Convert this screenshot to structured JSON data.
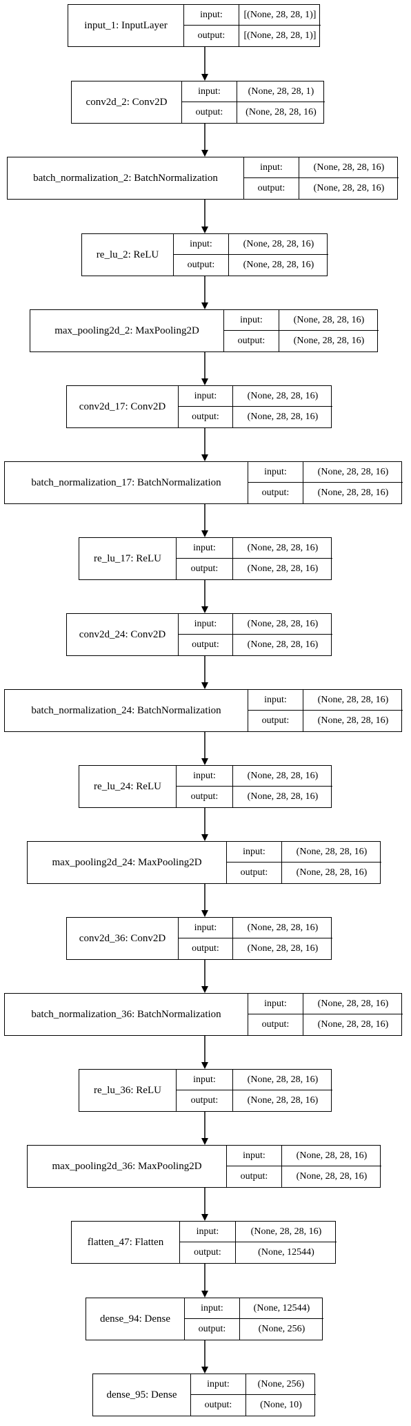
{
  "nodes": [
    {
      "name": "input_1: InputLayer",
      "input_label": "input:",
      "output_label": "output:",
      "input": "[(None, 28, 28, 1)]",
      "output": "[(None, 28, 28, 1)]"
    },
    {
      "name": "conv2d_2: Conv2D",
      "input_label": "input:",
      "output_label": "output:",
      "input": "(None, 28, 28, 1)",
      "output": "(None, 28, 28, 16)"
    },
    {
      "name": "batch_normalization_2: BatchNormalization",
      "input_label": "input:",
      "output_label": "output:",
      "input": "(None, 28, 28, 16)",
      "output": "(None, 28, 28, 16)"
    },
    {
      "name": "re_lu_2: ReLU",
      "input_label": "input:",
      "output_label": "output:",
      "input": "(None, 28, 28, 16)",
      "output": "(None, 28, 28, 16)"
    },
    {
      "name": "max_pooling2d_2: MaxPooling2D",
      "input_label": "input:",
      "output_label": "output:",
      "input": "(None, 28, 28, 16)",
      "output": "(None, 28, 28, 16)"
    },
    {
      "name": "conv2d_17: Conv2D",
      "input_label": "input:",
      "output_label": "output:",
      "input": "(None, 28, 28, 16)",
      "output": "(None, 28, 28, 16)"
    },
    {
      "name": "batch_normalization_17: BatchNormalization",
      "input_label": "input:",
      "output_label": "output:",
      "input": "(None, 28, 28, 16)",
      "output": "(None, 28, 28, 16)"
    },
    {
      "name": "re_lu_17: ReLU",
      "input_label": "input:",
      "output_label": "output:",
      "input": "(None, 28, 28, 16)",
      "output": "(None, 28, 28, 16)"
    },
    {
      "name": "conv2d_24: Conv2D",
      "input_label": "input:",
      "output_label": "output:",
      "input": "(None, 28, 28, 16)",
      "output": "(None, 28, 28, 16)"
    },
    {
      "name": "batch_normalization_24: BatchNormalization",
      "input_label": "input:",
      "output_label": "output:",
      "input": "(None, 28, 28, 16)",
      "output": "(None, 28, 28, 16)"
    },
    {
      "name": "re_lu_24: ReLU",
      "input_label": "input:",
      "output_label": "output:",
      "input": "(None, 28, 28, 16)",
      "output": "(None, 28, 28, 16)"
    },
    {
      "name": "max_pooling2d_24: MaxPooling2D",
      "input_label": "input:",
      "output_label": "output:",
      "input": "(None, 28, 28, 16)",
      "output": "(None, 28, 28, 16)"
    },
    {
      "name": "conv2d_36: Conv2D",
      "input_label": "input:",
      "output_label": "output:",
      "input": "(None, 28, 28, 16)",
      "output": "(None, 28, 28, 16)"
    },
    {
      "name": "batch_normalization_36: BatchNormalization",
      "input_label": "input:",
      "output_label": "output:",
      "input": "(None, 28, 28, 16)",
      "output": "(None, 28, 28, 16)"
    },
    {
      "name": "re_lu_36: ReLU",
      "input_label": "input:",
      "output_label": "output:",
      "input": "(None, 28, 28, 16)",
      "output": "(None, 28, 28, 16)"
    },
    {
      "name": "max_pooling2d_36: MaxPooling2D",
      "input_label": "input:",
      "output_label": "output:",
      "input": "(None, 28, 28, 16)",
      "output": "(None, 28, 28, 16)"
    },
    {
      "name": "flatten_47: Flatten",
      "input_label": "input:",
      "output_label": "output:",
      "input": "(None, 28, 28, 16)",
      "output": "(None, 12544)"
    },
    {
      "name": "dense_94: Dense",
      "input_label": "input:",
      "output_label": "output:",
      "input": "(None, 12544)",
      "output": "(None, 256)"
    },
    {
      "name": "dense_95: Dense",
      "input_label": "input:",
      "output_label": "output:",
      "input": "(None, 256)",
      "output": "(None, 10)"
    }
  ]
}
